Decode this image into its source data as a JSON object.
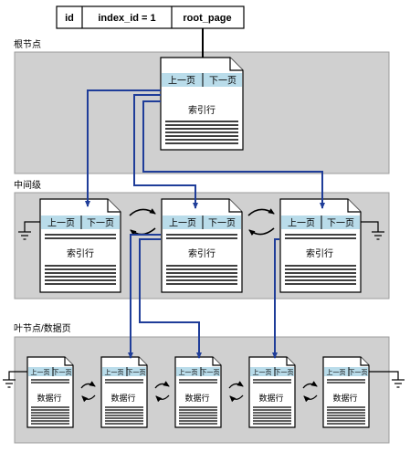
{
  "header_table": {
    "col_id": "id",
    "col_index_id": "index_id = 1",
    "col_root": "root_page"
  },
  "levels": {
    "root": "根节点",
    "intermediate": "中间级",
    "leaf": "叶节点/数据页"
  },
  "page_labels": {
    "prev": "上一页",
    "next": "下一页",
    "index_row": "索引行",
    "data_row": "数据行"
  },
  "colors": {
    "band": "#d0d0d0",
    "band_border": "#9c9c9c",
    "page_header": "#b9dcea",
    "arrow": "#1f3d99"
  }
}
